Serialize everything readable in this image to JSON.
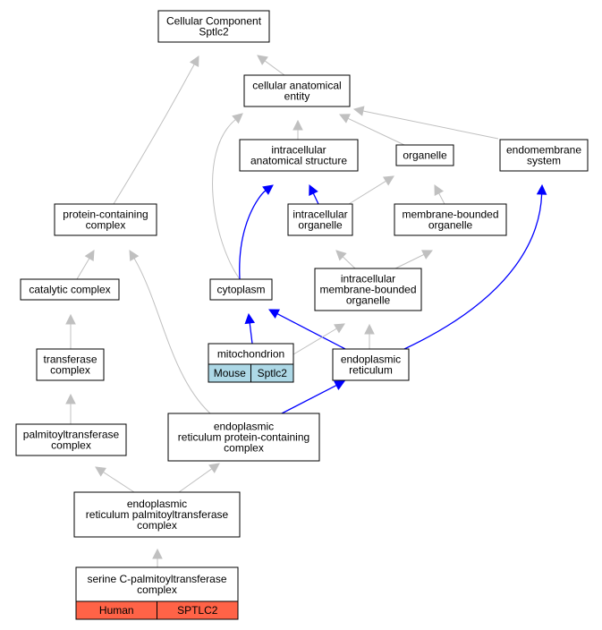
{
  "colors": {
    "edge_gray": "#c0c0c0",
    "edge_blue": "#0000ff",
    "mouse_cell": "#add8e6",
    "human_cell": "#ff6347",
    "node_border": "#000000",
    "node_fill": "#ffffff"
  },
  "nodes": {
    "cellular_component": [
      "Cellular Component",
      "Sptlc2"
    ],
    "cellular_anatomical_entity": [
      "cellular anatomical",
      "entity"
    ],
    "intracellular_anatomical_structure": [
      "intracellular",
      "anatomical structure"
    ],
    "organelle": [
      "organelle"
    ],
    "endomembrane_system": [
      "endomembrane",
      "system"
    ],
    "protein_containing_complex": [
      "protein-containing",
      "complex"
    ],
    "intracellular_organelle": [
      "intracellular",
      "organelle"
    ],
    "membrane_bounded_organelle": [
      "membrane-bounded",
      "organelle"
    ],
    "catalytic_complex": [
      "catalytic complex"
    ],
    "cytoplasm": [
      "cytoplasm"
    ],
    "intracellular_membrane_bounded_organelle": [
      "intracellular",
      "membrane-bounded",
      "organelle"
    ],
    "mitochondrion": [
      "mitochondrion"
    ],
    "transferase_complex": [
      "transferase",
      "complex"
    ],
    "endoplasmic_reticulum": [
      "endoplasmic",
      "reticulum"
    ],
    "palmitoyltransferase_complex": [
      "palmitoyltransferase",
      "complex"
    ],
    "er_protein_containing_complex": [
      "endoplasmic",
      "reticulum protein-containing",
      "complex"
    ],
    "er_palmitoyltransferase_complex": [
      "endoplasmic",
      "reticulum palmitoyltransferase",
      "complex"
    ],
    "serine_c_palmitoyltransferase_complex": [
      "serine C-palmitoyltransferase",
      "complex"
    ]
  },
  "annotations": {
    "mitochondrion": [
      "Mouse",
      "Sptlc2"
    ],
    "serine_c_palmitoyltransferase_complex": [
      "Human",
      "SPTLC2"
    ]
  },
  "edges": [
    {
      "from": "cellular_anatomical_entity",
      "to": "cellular_component",
      "color": "gray"
    },
    {
      "from": "protein_containing_complex",
      "to": "cellular_component",
      "color": "gray"
    },
    {
      "from": "intracellular_anatomical_structure",
      "to": "cellular_anatomical_entity",
      "color": "gray"
    },
    {
      "from": "organelle",
      "to": "cellular_anatomical_entity",
      "color": "gray"
    },
    {
      "from": "endomembrane_system",
      "to": "cellular_anatomical_entity",
      "color": "gray"
    },
    {
      "from": "cytoplasm",
      "to": "cellular_anatomical_entity",
      "color": "gray"
    },
    {
      "from": "intracellular_organelle",
      "to": "intracellular_anatomical_structure",
      "color": "blue"
    },
    {
      "from": "cytoplasm",
      "to": "intracellular_anatomical_structure",
      "color": "blue"
    },
    {
      "from": "intracellular_organelle",
      "to": "organelle",
      "color": "gray"
    },
    {
      "from": "membrane_bounded_organelle",
      "to": "organelle",
      "color": "gray"
    },
    {
      "from": "endoplasmic_reticulum",
      "to": "endomembrane_system",
      "color": "blue"
    },
    {
      "from": "catalytic_complex",
      "to": "protein_containing_complex",
      "color": "gray"
    },
    {
      "from": "er_protein_containing_complex",
      "to": "protein_containing_complex",
      "color": "gray"
    },
    {
      "from": "intracellular_membrane_bounded_organelle",
      "to": "intracellular_organelle",
      "color": "gray"
    },
    {
      "from": "intracellular_membrane_bounded_organelle",
      "to": "membrane_bounded_organelle",
      "color": "gray"
    },
    {
      "from": "transferase_complex",
      "to": "catalytic_complex",
      "color": "gray"
    },
    {
      "from": "mitochondrion",
      "to": "cytoplasm",
      "color": "blue"
    },
    {
      "from": "endoplasmic_reticulum",
      "to": "cytoplasm",
      "color": "blue"
    },
    {
      "from": "mitochondrion",
      "to": "intracellular_membrane_bounded_organelle",
      "color": "gray"
    },
    {
      "from": "endoplasmic_reticulum",
      "to": "intracellular_membrane_bounded_organelle",
      "color": "gray"
    },
    {
      "from": "palmitoyltransferase_complex",
      "to": "transferase_complex",
      "color": "gray"
    },
    {
      "from": "er_protein_containing_complex",
      "to": "endoplasmic_reticulum",
      "color": "blue"
    },
    {
      "from": "er_palmitoyltransferase_complex",
      "to": "palmitoyltransferase_complex",
      "color": "gray"
    },
    {
      "from": "er_palmitoyltransferase_complex",
      "to": "er_protein_containing_complex",
      "color": "gray"
    },
    {
      "from": "serine_c_palmitoyltransferase_complex",
      "to": "er_palmitoyltransferase_complex",
      "color": "gray"
    }
  ]
}
